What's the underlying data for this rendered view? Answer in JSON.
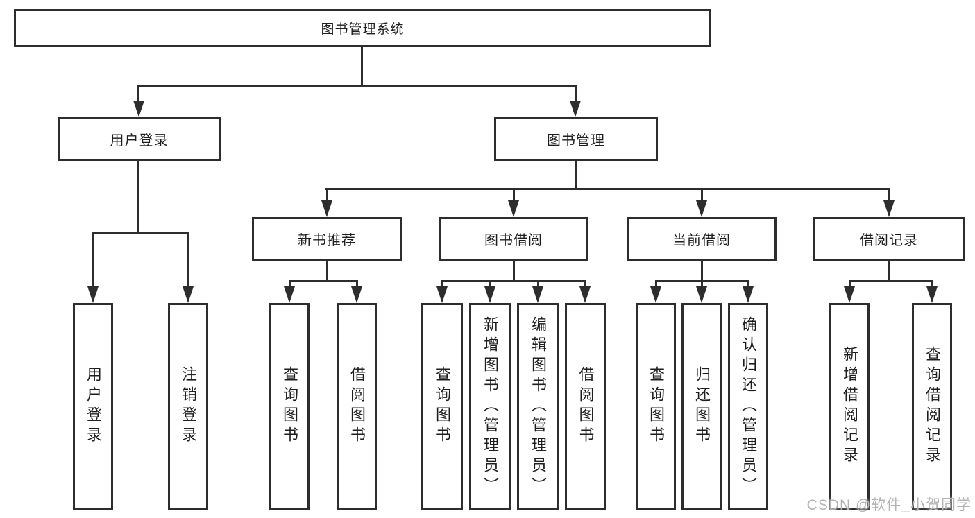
{
  "diagram": {
    "root": {
      "label": "图书管理系统"
    },
    "level2": [
      {
        "label": "用户登录"
      },
      {
        "label": "图书管理"
      }
    ],
    "level3": [
      {
        "label": "新书推荐"
      },
      {
        "label": "图书借阅"
      },
      {
        "label": "当前借阅"
      },
      {
        "label": "借阅记录"
      }
    ],
    "level4": {
      "user_login": [
        "用户登录",
        "注销登录"
      ],
      "new_books": [
        "查询图书",
        "借阅图书"
      ],
      "book_borrow": [
        "查询图书",
        "新增图书（管理员）",
        "编辑图书（管理员）",
        "借阅图书"
      ],
      "current_borrow": [
        "查询图书",
        "归还图书",
        "确认归还（管理员）"
      ],
      "borrow_records": [
        "新增借阅记录",
        "查询借阅记录"
      ]
    }
  },
  "watermark": {
    "text": "CSDN @软件_小贺同学"
  },
  "colors": {
    "line": "#2d2d2d",
    "text": "#1e1e1e",
    "wm": "#b3b3b3",
    "bg": "#ffffff"
  }
}
